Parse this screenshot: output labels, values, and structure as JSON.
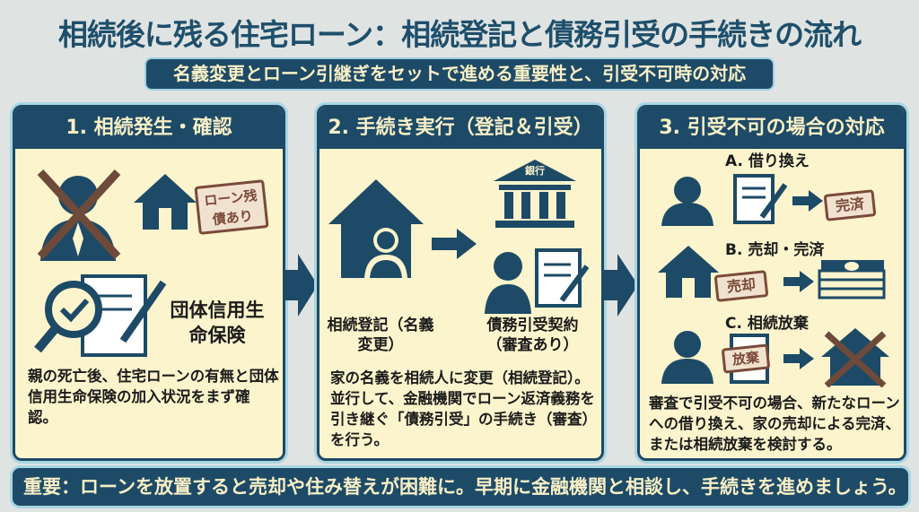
{
  "title": "相続後に残る住宅ローン：相続登記と債務引受の手続きの流れ",
  "subtitle": "名義変更とローン引継ぎをセットで進める重要性と、引受不可時の対応",
  "steps": [
    {
      "heading": "1. 相続発生・確認",
      "stamp": "ローン残債あり",
      "insurance_label": "団体信用生命保険",
      "description": "親の死亡後、住宅ローンの有無と団体信用生命保険の加入状況をまず確認。"
    },
    {
      "heading": "2. 手続き実行（登記＆引受）",
      "bank_label": "銀行",
      "label_left": "相続登記（名義変更）",
      "label_right": "債務引受契約（審査あり）",
      "description": "家の名義を相続人に変更（相続登記）。並行して、金融機関でローン返済義務を引き継ぐ「債務引受」の手続き（審査）を行う。"
    },
    {
      "heading": "3. 引受不可の場合の対応",
      "options": [
        {
          "label": "A. 借り換え",
          "stamp": "完済"
        },
        {
          "label": "B. 売却・完済",
          "stamp": "売却"
        },
        {
          "label": "C. 相続放棄",
          "stamp": "放棄"
        }
      ],
      "description": "審査で引受不可の場合、新たなローンへの借り換え、家の売却による完済、または相続放棄を検討する。"
    }
  ],
  "footer": "重要：ローンを放置すると売却や住み替えが困難に。早期に金融機関と相談し、手続きを進めましょう。"
}
